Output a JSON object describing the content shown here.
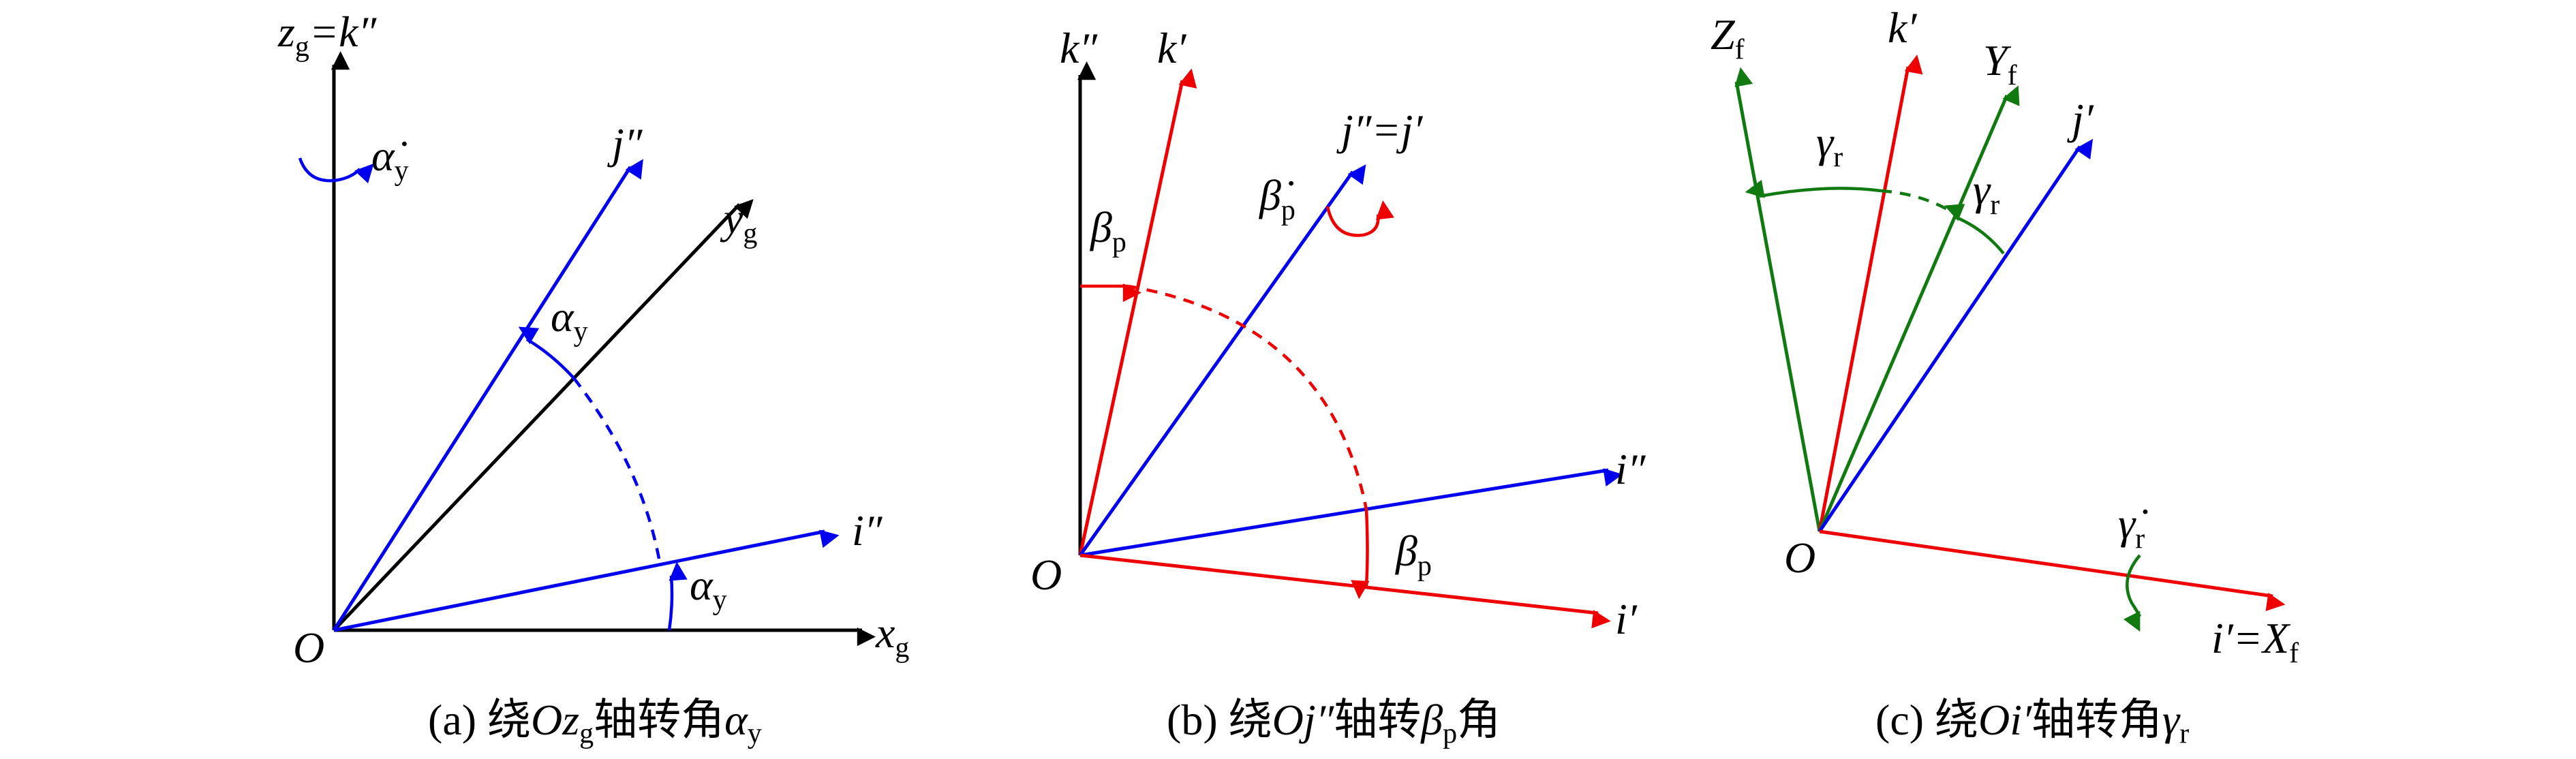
{
  "colors": {
    "black": "#000000",
    "blue": "#0000ee",
    "red": "#ee0000",
    "green": "#107a10"
  },
  "panels": [
    {
      "caption_main": "(a) 绕",
      "caption_O": "O",
      "caption_z": "z",
      "caption_g": "g",
      "caption_text": "轴转角",
      "caption_alpha": "α",
      "caption_y": "y",
      "origin": "O",
      "zg": "z",
      "zg_sub": "g",
      "zg_eq": "=k″",
      "yg": "y",
      "yg_sub": "g",
      "xg": "x",
      "xg_sub": "g",
      "j2": "j″",
      "i2": "i″",
      "alpha_dot": "α̇",
      "alpha_dot_sub": "y",
      "alpha_1": "α",
      "alpha_1_sub": "y",
      "alpha_2": "α",
      "alpha_2_sub": "y"
    },
    {
      "caption_main": "(b) 绕",
      "caption_O": "Oj″",
      "caption_text": "轴转",
      "caption_beta": "β",
      "caption_p": "p",
      "caption_tail": "角",
      "origin": "O",
      "k2": "k″",
      "k1": "k′",
      "j2": "j″=j′",
      "i2": "i″",
      "i1": "i′",
      "beta_dot": "β̇",
      "beta_dot_sub": "p",
      "beta_1": "β",
      "beta_1_sub": "p",
      "beta_2": "β",
      "beta_2_sub": "p"
    },
    {
      "caption_main": "(c) 绕",
      "caption_O": "Oi′",
      "caption_text": "轴转角",
      "caption_gamma": "γ",
      "caption_r": "r",
      "origin": "O",
      "Zf": "Z",
      "Zf_sub": "f",
      "k1": "k′",
      "Yf": "Y",
      "Yf_sub": "f",
      "j1": "j′",
      "i1": "i′=X",
      "i1_sub": "f",
      "gamma_1": "γ",
      "gamma_1_sub": "r",
      "gamma_2": "γ",
      "gamma_2_sub": "r",
      "gamma_dot": "γ̇",
      "gamma_dot_sub": "r"
    }
  ]
}
